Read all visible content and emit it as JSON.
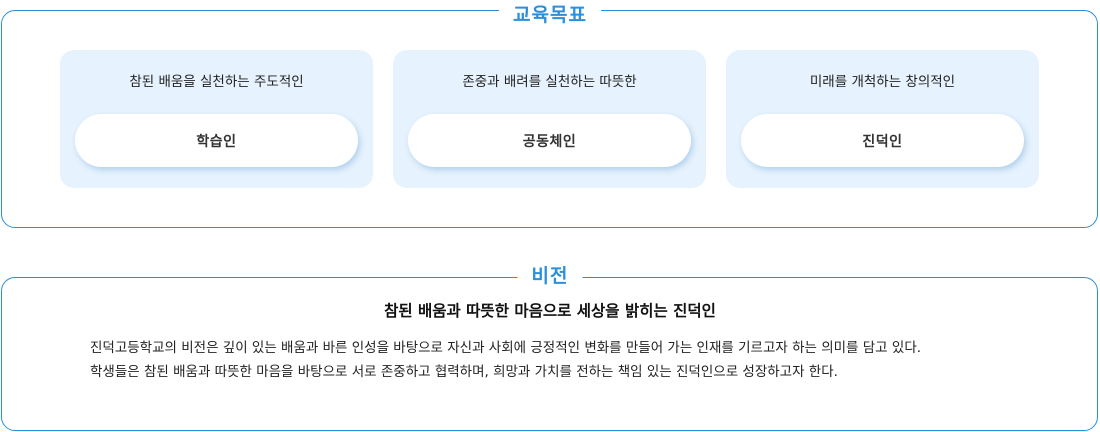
{
  "education_goals": {
    "title": "교육목표",
    "cards": [
      {
        "description": "참된 배움을 실천하는 주도적인",
        "label": "학습인"
      },
      {
        "description": "존중과 배려를 실천하는 따뜻한",
        "label": "공동체인"
      },
      {
        "description": "미래를 개척하는 창의적인",
        "label": "진덕인"
      }
    ]
  },
  "vision": {
    "title": "비전",
    "headline": "참된 배움과 따뜻한 마음으로 세상을 밝히는 진덕인",
    "body_lines": [
      "진덕고등학교의 비전은 깊이 있는 배움과 바른 인성을 바탕으로 자신과 사회에 긍정적인 변화를 만들어 가는 인재를 기르고자 하는 의미를 담고 있다.",
      "학생들은 참된 배움과 따뜻한 마음을 바탕으로 서로 존중하고 협력하며, 희망과 가치를 전하는 책임 있는 진덕인으로 성장하고자 한다."
    ]
  },
  "colors": {
    "accent": "#2b8fdb",
    "card_background": "#e6f2fd",
    "pill_background": "#ffffff"
  }
}
